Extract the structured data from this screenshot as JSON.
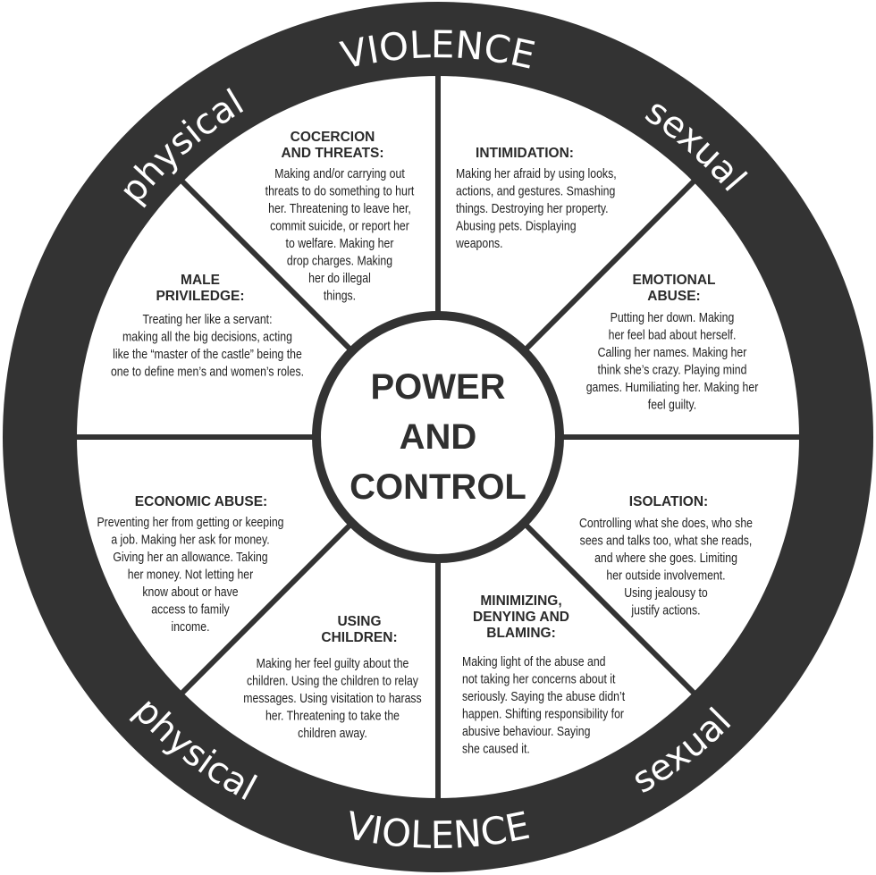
{
  "colors": {
    "ring": "#333333",
    "spokes": "#333333",
    "background": "#ffffff",
    "text": "#222222",
    "ring_text": "#ffffff"
  },
  "ring_labels": {
    "top_left": "physical",
    "top": "VIOLENCE",
    "top_right": "sexual",
    "bottom_left": "physical",
    "bottom": "VIOLENCE",
    "bottom_right": "sexual"
  },
  "center": {
    "lines": [
      "POWER",
      "AND",
      "CONTROL"
    ]
  },
  "sections": [
    {
      "id": "coercion",
      "title": [
        "COCERCION",
        "AND THREATS:"
      ],
      "body": [
        "Making and/or carrying out",
        "threats to do something to hurt",
        "her.  Threatening to leave her,",
        "commit suicide, or report her",
        "to welfare.  Making her",
        "drop charges. Making",
        "her do illegal",
        "things."
      ]
    },
    {
      "id": "intimidation",
      "title": [
        "INTIMIDATION:"
      ],
      "body": [
        "Making her afraid by using looks,",
        "actions, and gestures.  Smashing",
        "things.  Destroying her property.",
        "Abusing pets.  Displaying",
        "weapons."
      ]
    },
    {
      "id": "emotional-abuse",
      "title": [
        "EMOTIONAL",
        "ABUSE:"
      ],
      "body": [
        "Putting her down.   Making",
        "her feel bad about herself.",
        "Calling her names.  Making her",
        "think she’s crazy.  Playing mind",
        "games.  Humiliating her.  Making her",
        "feel guilty."
      ]
    },
    {
      "id": "isolation",
      "title": [
        "ISOLATION:"
      ],
      "body": [
        "Controlling what she does, who she",
        "sees and talks too, what she reads,",
        "and where she goes.  Limiting",
        "her outside involvement.",
        "Using jealousy to",
        "justify actions."
      ]
    },
    {
      "id": "minimizing",
      "title": [
        "MINIMIZING,",
        "DENYING AND",
        "BLAMING:"
      ],
      "body": [
        "Making light of the abuse and",
        "not taking her concerns about it",
        "seriously.  Saying the abuse didn’t",
        "happen.  Shifting responsibility for",
        "abusive behaviour.  Saying",
        "she caused it."
      ]
    },
    {
      "id": "using-children",
      "title": [
        "USING",
        "CHILDREN:"
      ],
      "body": [
        "Making her feel guilty about the",
        "children.  Using the children to relay",
        "messages.  Using visitation to harass",
        "her.  Threatening to take the",
        "children away."
      ]
    },
    {
      "id": "economic-abuse",
      "title": [
        "ECONOMIC ABUSE:"
      ],
      "body": [
        "Preventing her from getting or keeping",
        "a job.  Making her ask for money.",
        "Giving her an allowance.  Taking",
        "her money.  Not letting her",
        "know about or have",
        "access to family",
        "income."
      ]
    },
    {
      "id": "male-privilege",
      "title": [
        "MALE",
        "PRIVILEDGE:"
      ],
      "body": [
        "Treating her like a servant:",
        "making all the big decisions, acting",
        "like the “master of the castle” being the",
        "one to define men’s and women’s roles."
      ]
    }
  ]
}
